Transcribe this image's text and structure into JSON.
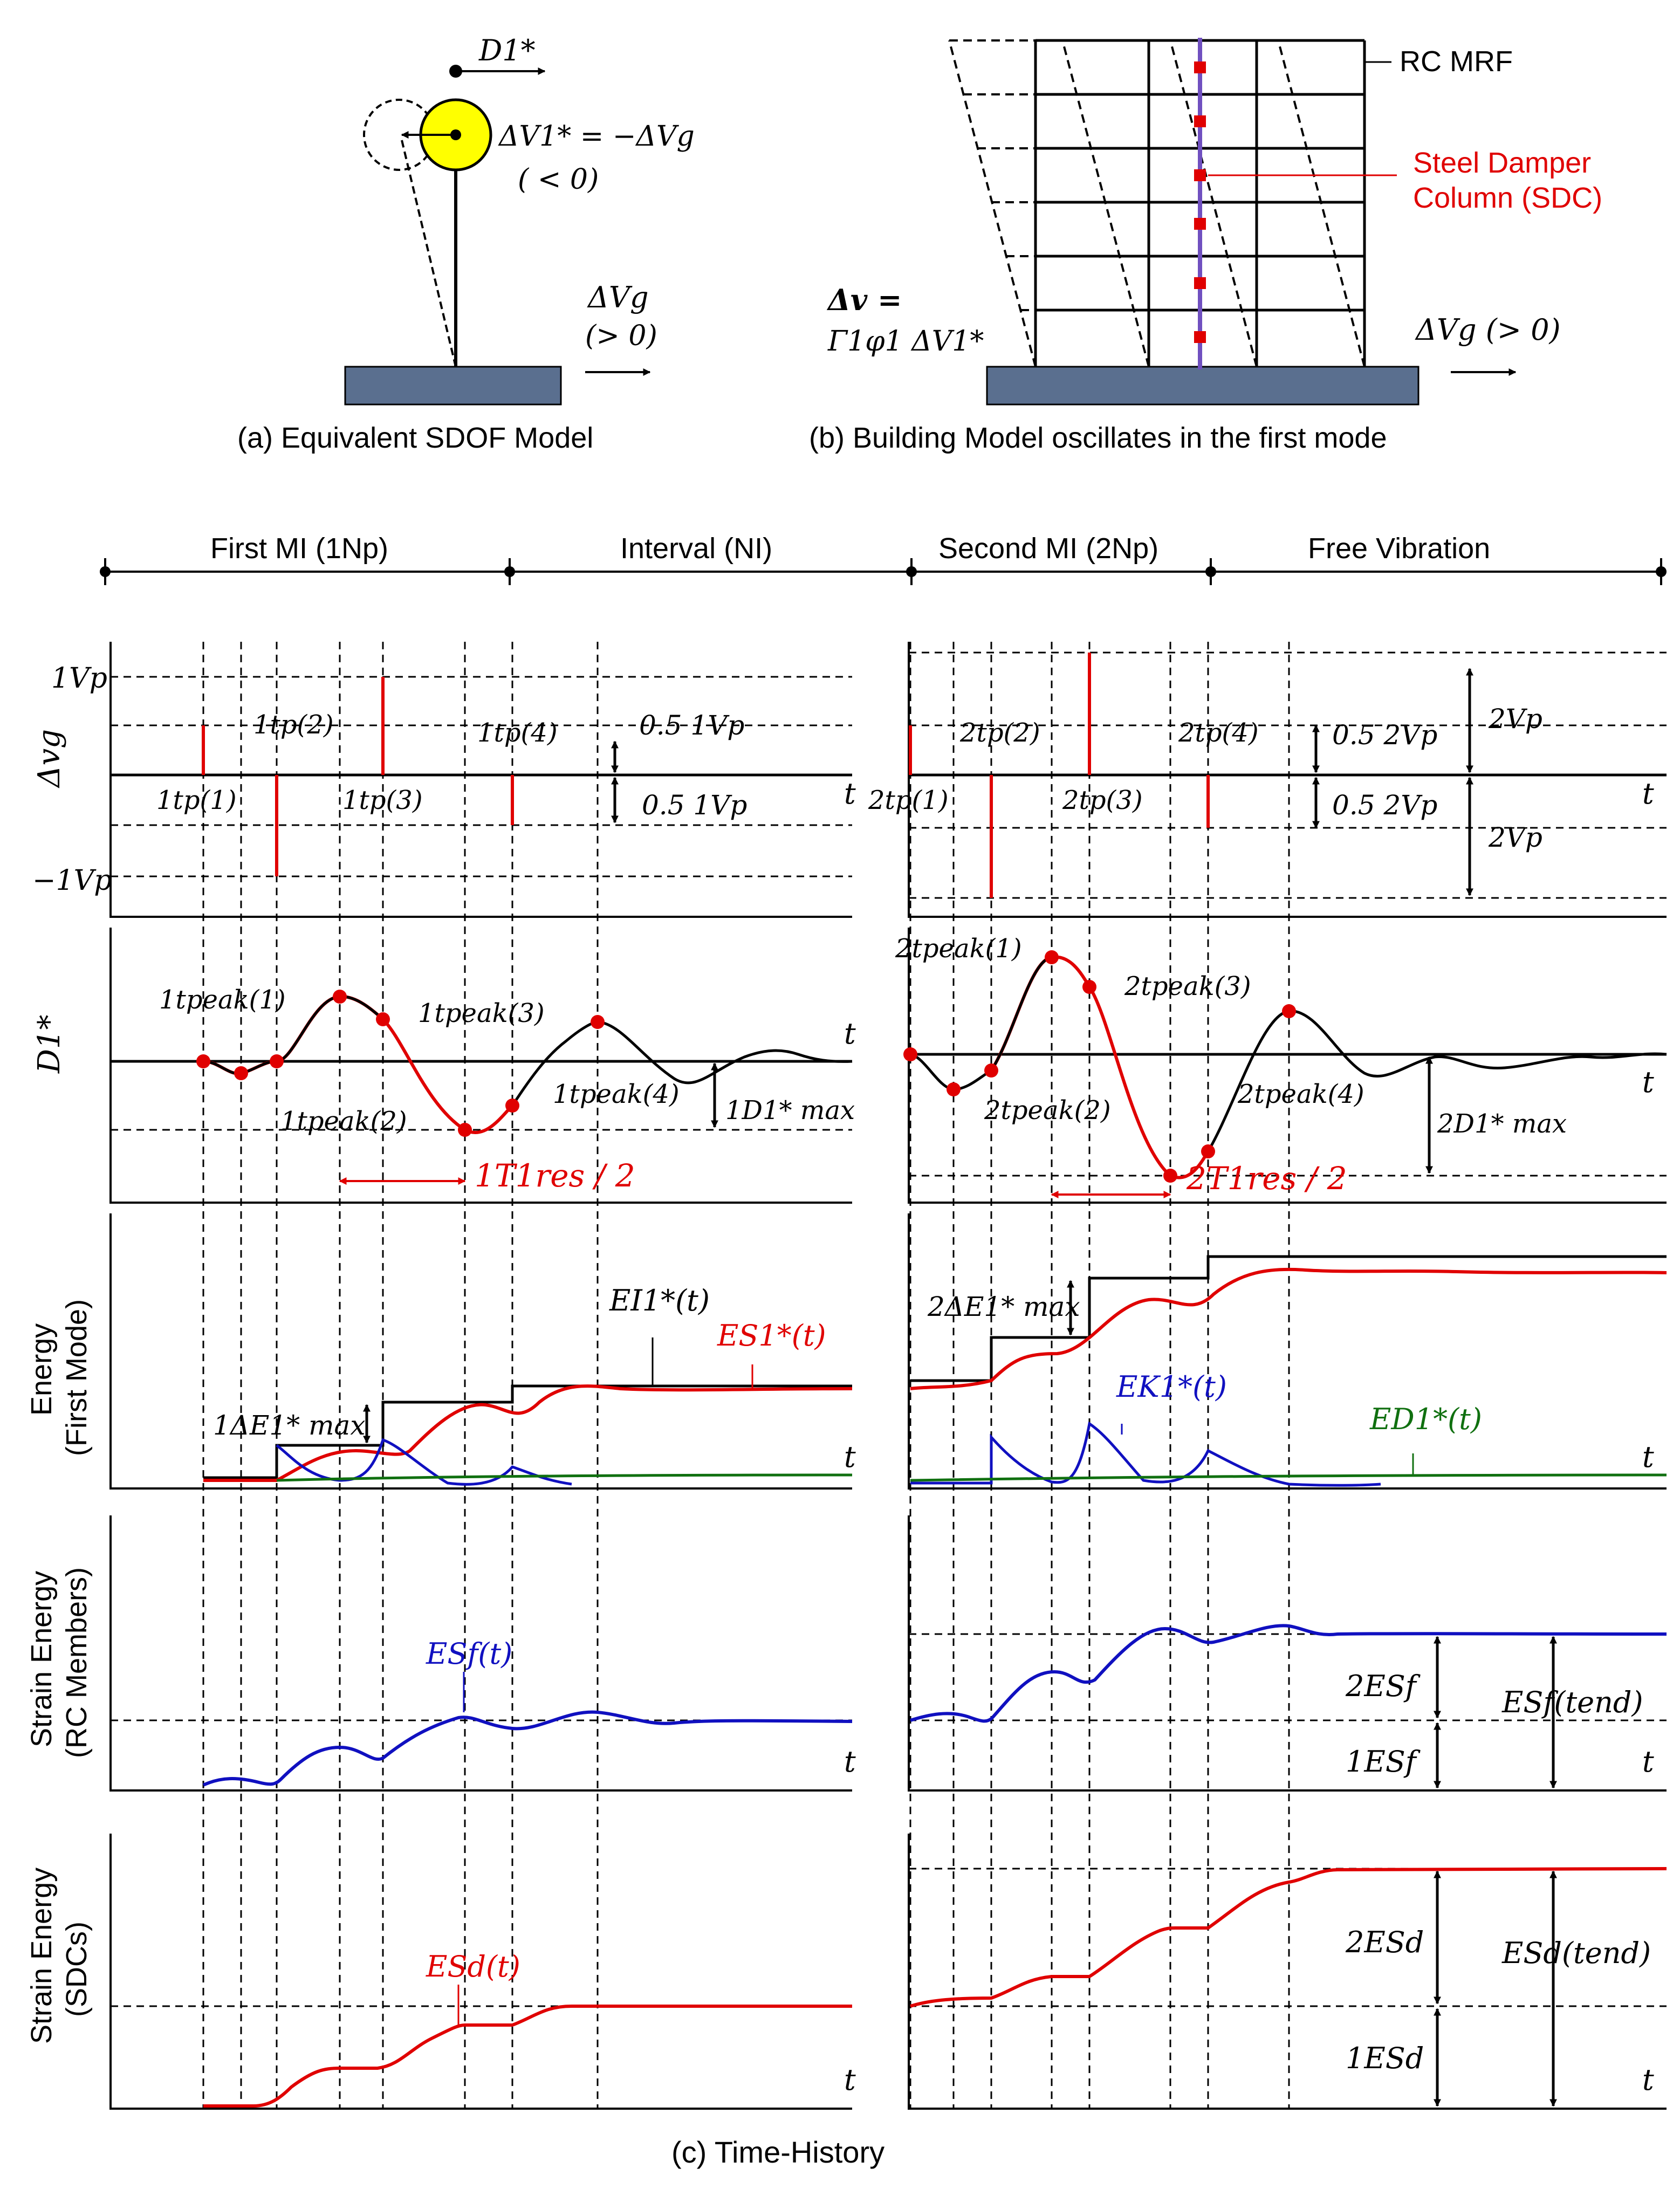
{
  "colors": {
    "black": "#000000",
    "red": "#e00000",
    "blue": "#1010c0",
    "green": "#107010",
    "yellow": "#ffff00",
    "ground": "#5a6f8f",
    "purple": "#7050c0"
  },
  "sdof": {
    "caption": "(a) Equivalent SDOF Model",
    "disp_label": "D1*",
    "velocity_label": "ΔV1* = −ΔVg",
    "velocity_sign": "( < 0)",
    "ground_label": "ΔVg",
    "ground_sign": "(> 0)"
  },
  "building": {
    "caption": "(b) Building Model oscillates in the first mode",
    "frame_label": "RC MRF",
    "damper_label_line1": "Steel Damper",
    "damper_label_line2": "Column (SDC)",
    "mode_label_line1": "Δv =",
    "mode_label_line2": "Γ1φ1 ΔV1*",
    "ground_label": "ΔVg (> 0)"
  },
  "timeline": {
    "phases": [
      "First MI (1Np)",
      "Interval (NI)",
      "Second MI (2Np)",
      "Free Vibration"
    ]
  },
  "panels": {
    "pulse": {
      "ylabel": "Δvg",
      "pos_level": "1Vp",
      "neg_level": "−1Vp",
      "half_left": "0.5 1Vp",
      "half_left2": "0.5 1Vp",
      "half_right": "0.5 2Vp",
      "half_right2": "0.5 2Vp",
      "full_right_top": "2Vp",
      "full_right_bot": "2Vp",
      "pulse_times_1": [
        "1tp(1)",
        "1tp(2)",
        "1tp(3)",
        "1tp(4)"
      ],
      "pulse_times_2": [
        "2tp(1)",
        "2tp(2)",
        "2tp(3)",
        "2tp(4)"
      ]
    },
    "disp": {
      "ylabel": "D1*",
      "peak_times_1": [
        "1tpeak(1)",
        "1tpeak(2)",
        "1tpeak(3)",
        "1tpeak(4)"
      ],
      "peak_times_2": [
        "2tpeak(1)",
        "2tpeak(2)",
        "2tpeak(3)",
        "2tpeak(4)"
      ],
      "max_1": "1D1* max",
      "max_2": "2D1* max",
      "half_period_1": "1T1res / 2",
      "half_period_2": "2T1res / 2"
    },
    "energy": {
      "ylabel_line1": "Energy",
      "ylabel_line2": "(First Mode)",
      "input": "EI1*(t)",
      "strain": "ES1*(t)",
      "kinetic": "EK1*(t)",
      "damping": "ED1*(t)",
      "jump_1": "1ΔE1* max",
      "jump_2": "2ΔE1* max"
    },
    "rc": {
      "ylabel_line1": "Strain Energy",
      "ylabel_line2": "(RC Members)",
      "curve": "ESf(t)",
      "part_1": "1ESf",
      "part_2": "2ESf",
      "total": "ESf(tend)"
    },
    "sdc": {
      "ylabel_line1": "Strain Energy",
      "ylabel_line2": "(SDCs)",
      "curve": "ESd(t)",
      "part_1": "1ESd",
      "part_2": "2ESd",
      "total": "ESd(tend)"
    },
    "t_label": "t"
  },
  "caption": "(c) Time-History"
}
